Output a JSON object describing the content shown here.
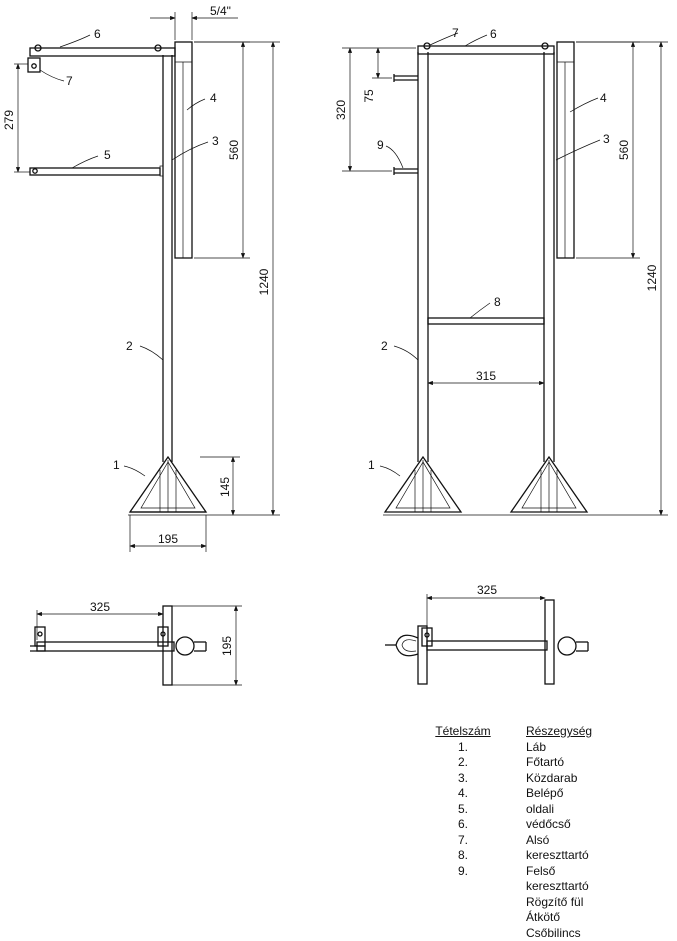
{
  "dimensions": {
    "pipe_size": "5/4\"",
    "total_height": "1240",
    "protective_tube_length": "560",
    "crossbar_spacing_left": "279",
    "bracket_height": "320",
    "bracket_offset": "75",
    "foot_height": "145",
    "foot_width": "195",
    "crossbar_length_left": "325",
    "crossbar_length_right": "325",
    "plan_width": "195",
    "frame_width": "315"
  },
  "callouts": {
    "c1": "1",
    "c2": "2",
    "c3": "3",
    "c4": "4",
    "c5": "5",
    "c6": "6",
    "c7": "7",
    "c8": "8",
    "c9": "9"
  },
  "legend": {
    "header_number": "Tételszám",
    "header_part": "Részegység",
    "items": [
      {
        "num": "1.",
        "name": "Láb"
      },
      {
        "num": "2.",
        "name": "Főtartó"
      },
      {
        "num": "3.",
        "name": "Közdarab"
      },
      {
        "num": "4.",
        "name": "Belépő oldali védőcső"
      },
      {
        "num": "5.",
        "name": "Alsó kereszttartó"
      },
      {
        "num": "6.",
        "name": "Felső kereszttartó"
      },
      {
        "num": "7.",
        "name": "Rögzítő fül"
      },
      {
        "num": "8.",
        "name": "Átkötő"
      },
      {
        "num": "9.",
        "name": "Csőbilincs"
      }
    ]
  }
}
